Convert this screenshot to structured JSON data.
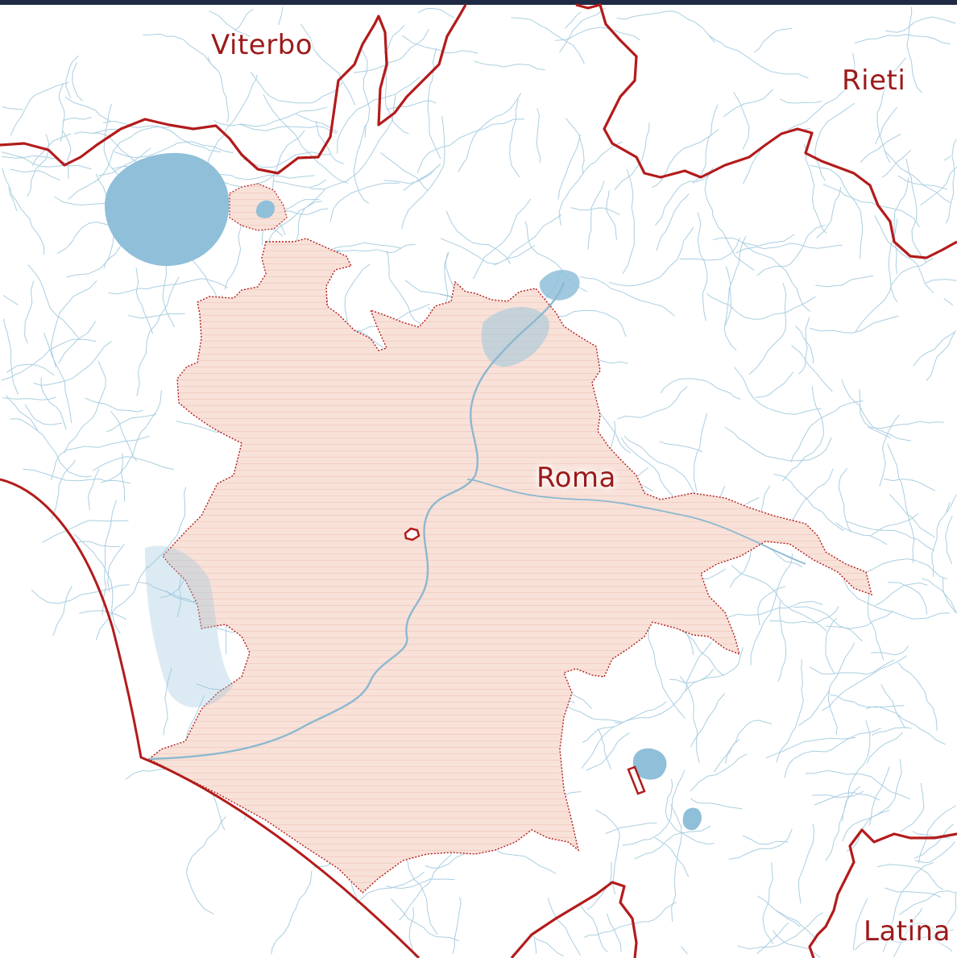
{
  "map": {
    "labels": {
      "viterbo": "Viterbo",
      "rieti": "Rieti",
      "roma": "Roma",
      "latina": "Latina"
    },
    "colors": {
      "province_border": "#b31b1b",
      "city_fill": "#f7dcd3",
      "water": "#8fbfd9",
      "river": "#9cc6dc",
      "background": "#ffffff"
    }
  }
}
